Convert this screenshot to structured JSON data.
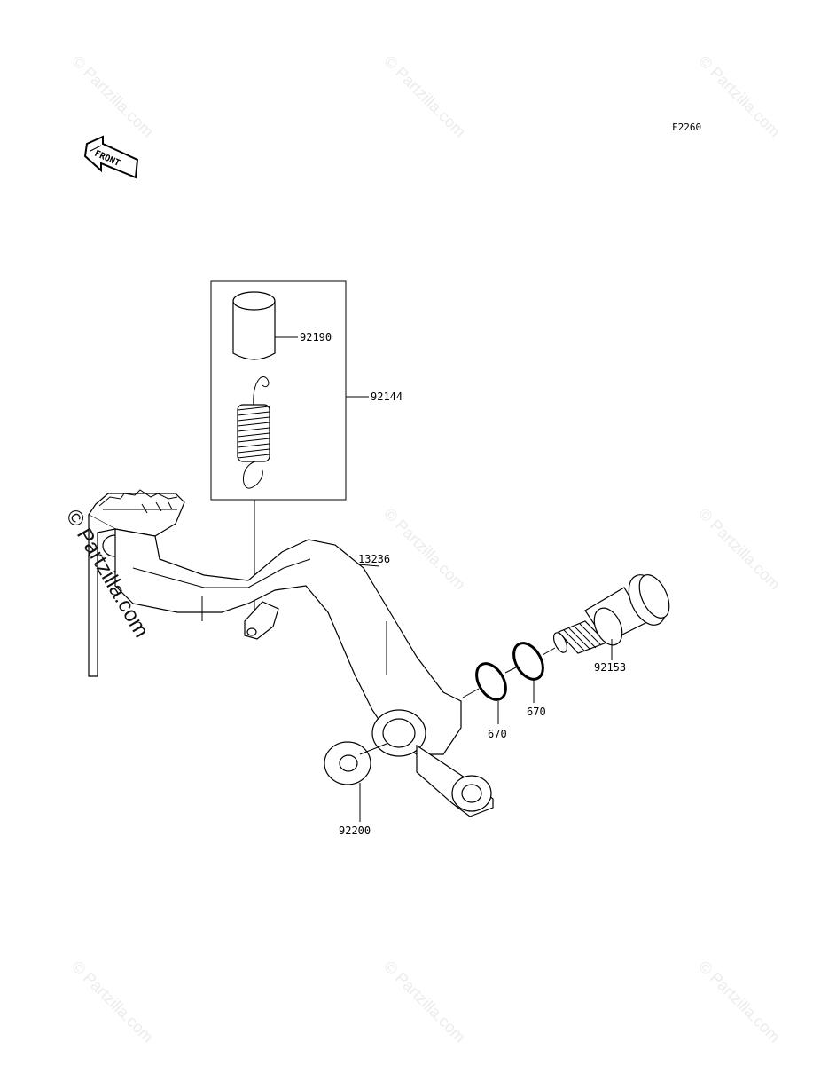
{
  "diagram": {
    "figure_code": "F2260",
    "front_label": "FRONT",
    "watermark_text": "© Partzilla.com",
    "callouts": {
      "spring_sleeve": "92190",
      "spring_kit": "92144",
      "brake_pedal": "13236",
      "pivot_bolt": "92153",
      "oring_outer": "670",
      "oring_inner": "670",
      "washer": "92200"
    },
    "colors": {
      "line": "#000000",
      "watermark": "#ececec",
      "background": "#ffffff"
    }
  }
}
